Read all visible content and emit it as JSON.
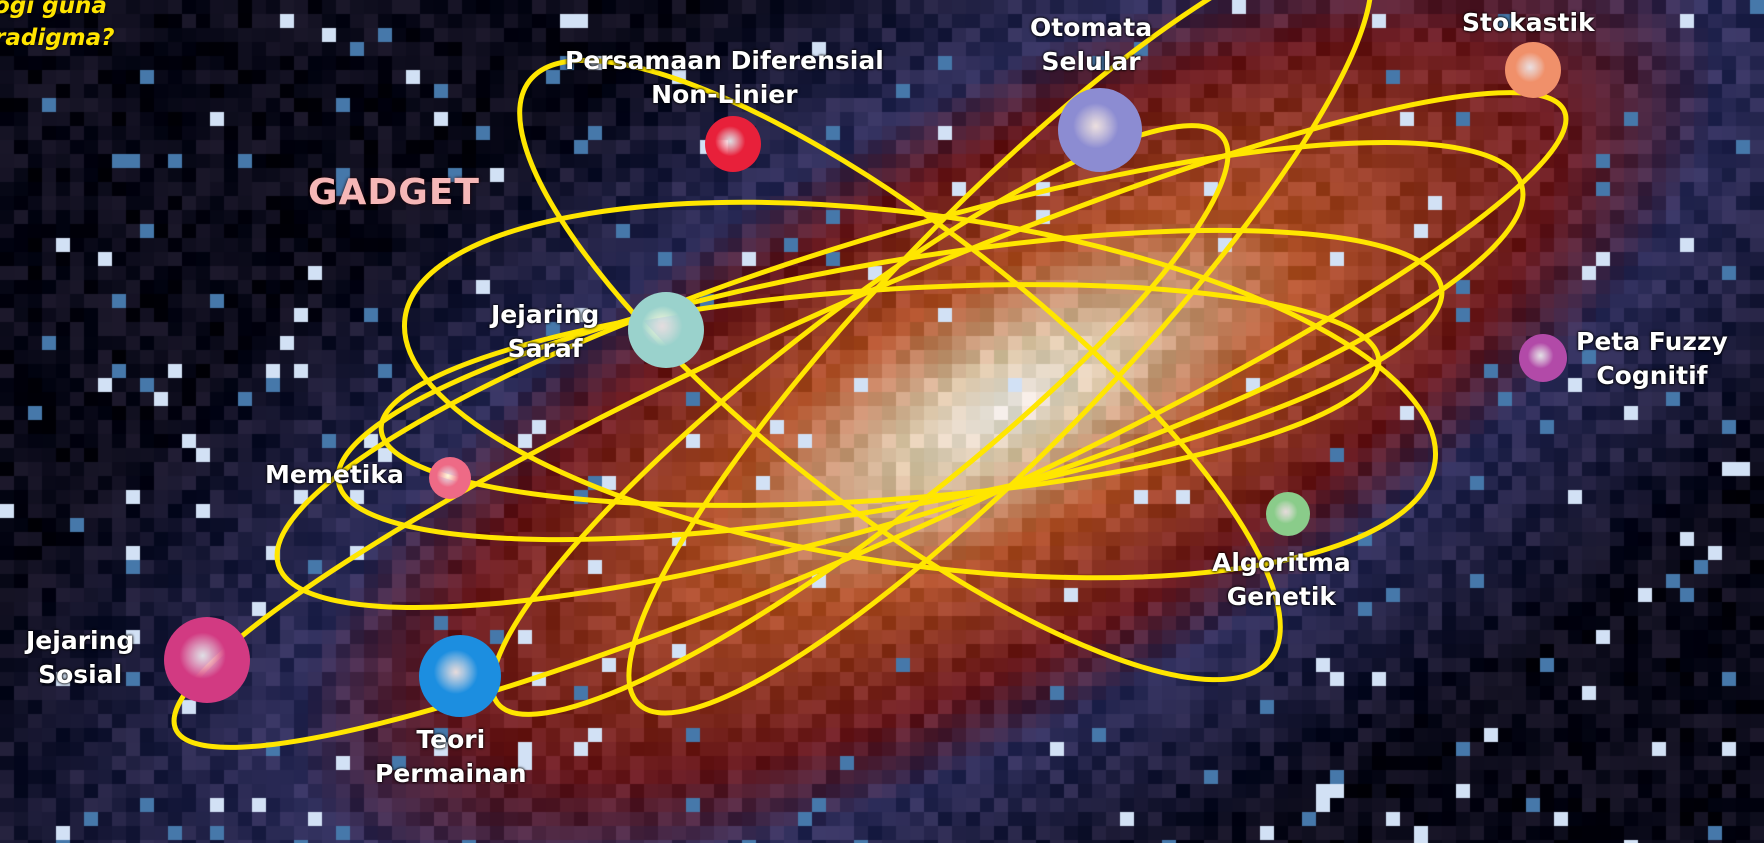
{
  "corner_text": {
    "line1": "ogi guna",
    "line2": "radigma?"
  },
  "center_label": "GADGET",
  "nodes": [
    {
      "id": "persamaan",
      "line1": "Persamaan Diferensial",
      "line2": "Non-Linier",
      "color": "#e8203a"
    },
    {
      "id": "otomata",
      "line1": "Otomata",
      "line2": "Selular",
      "color": "#8c8cd2"
    },
    {
      "id": "stokastik",
      "line1": "Stokastik",
      "line2": "",
      "color": "#f0906a"
    },
    {
      "id": "jejaring-saraf",
      "line1": "Jejaring",
      "line2": "Saraf",
      "color": "#9ad2cc"
    },
    {
      "id": "peta-fuzzy",
      "line1": "Peta Fuzzy",
      "line2": "Cognitif",
      "color": "#b24aa8"
    },
    {
      "id": "memetika",
      "line1": "Memetika",
      "line2": "",
      "color": "#ee6a86"
    },
    {
      "id": "algoritma-genetik",
      "line1": "Algoritma",
      "line2": "Genetik",
      "color": "#8acc8a"
    },
    {
      "id": "jejaring-sosial",
      "line1": "Jejaring",
      "line2": "Sosial",
      "color": "#d23a82"
    },
    {
      "id": "teori-permainan",
      "line1": "Teori",
      "line2": "Permainan",
      "color": "#1c8ee0"
    }
  ],
  "orbit_color": "#ffe600"
}
